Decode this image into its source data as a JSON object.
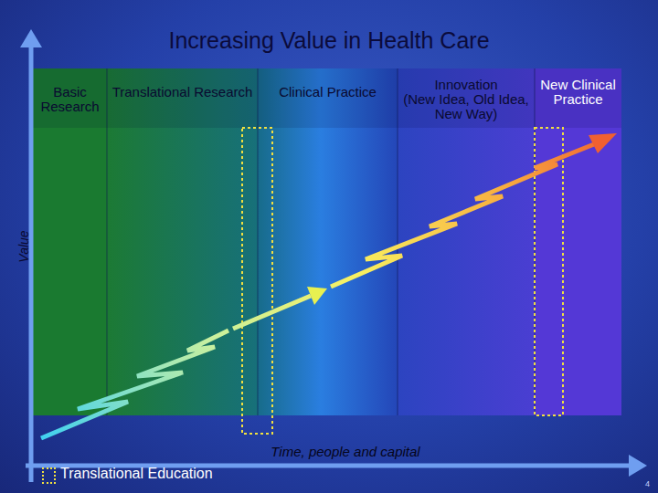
{
  "diagram": {
    "title": "Increasing Value in Health Care",
    "nodes": [
      {
        "text": [
          "Basic Research"
        ]
      },
      {
        "text": [
          "Translational Research"
        ]
      },
      {
        "text": [
          "Clinical Practice"
        ]
      },
      {
        "text": [
          "Innovation",
          "(New Idea, Old Idea, New Way)"
        ]
      },
      {
        "text": [
          "New Clinical Practice"
        ]
      }
    ],
    "labels": [
      "Value",
      "Time, people and capital",
      "4"
    ],
    "legend": [
      {
        "text": "Translational Education"
      }
    ]
  }
}
